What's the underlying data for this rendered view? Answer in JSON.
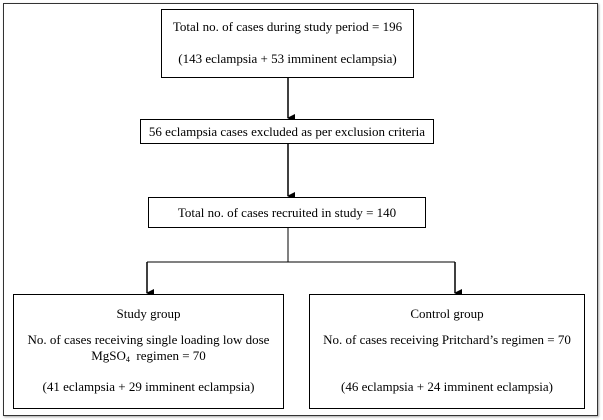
{
  "box_total": {
    "line1": "Total no. of cases during study period = 196",
    "line2": "(143 eclampsia + 53 imminent eclampsia)"
  },
  "box_excluded": {
    "text": "56 eclampsia cases excluded as per exclusion criteria"
  },
  "box_recruited": {
    "text": "Total no. of cases recruited in study = 140"
  },
  "study_group": {
    "title": "Study group",
    "desc_line1": "No. of cases receiving single loading low dose",
    "desc_drug": "MgSO",
    "desc_sub": "4",
    "desc_tail": "  regimen = 70",
    "split": "(41 eclampsia + 29 imminent eclampsia)"
  },
  "control_group": {
    "title": "Control group",
    "desc": "No. of cases receiving Pritchard’s regimen = 70",
    "split": "(46 eclampsia + 24 imminent eclampsia)"
  }
}
